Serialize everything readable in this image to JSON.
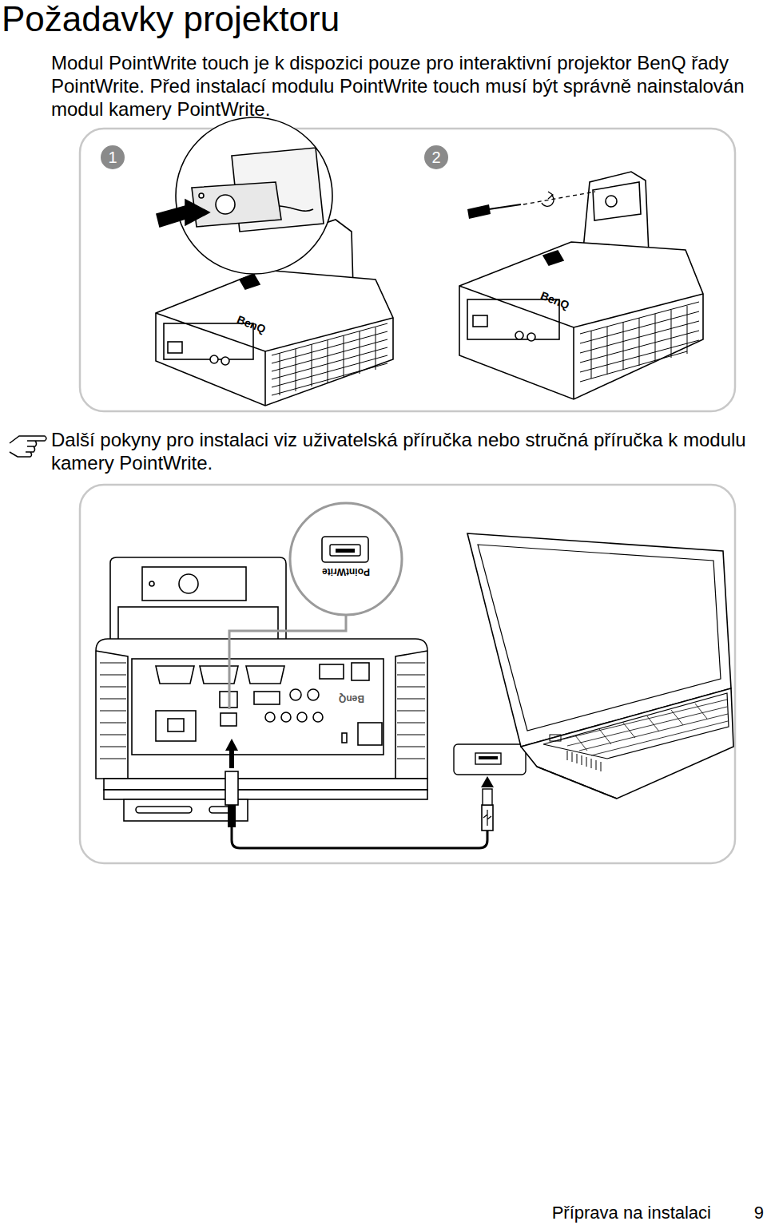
{
  "diagram": {
    "title": "Požadavky projektoru",
    "labels": [
      "Modul PointWrite touch je k dispozici pouze pro interaktivní projektor BenQ řady PointWrite. Před instalací modulu PointWrite touch musí být správně nainstalován modul kamery PointWrite.",
      "1",
      "2",
      "BenQ",
      "BenQ",
      "Další pokyny pro instalaci viz uživatelská příručka nebo stručná příručka k modulu kamery PointWrite.",
      "PointWrite",
      "BenQ",
      "Příprava na instalaci",
      "9"
    ]
  }
}
